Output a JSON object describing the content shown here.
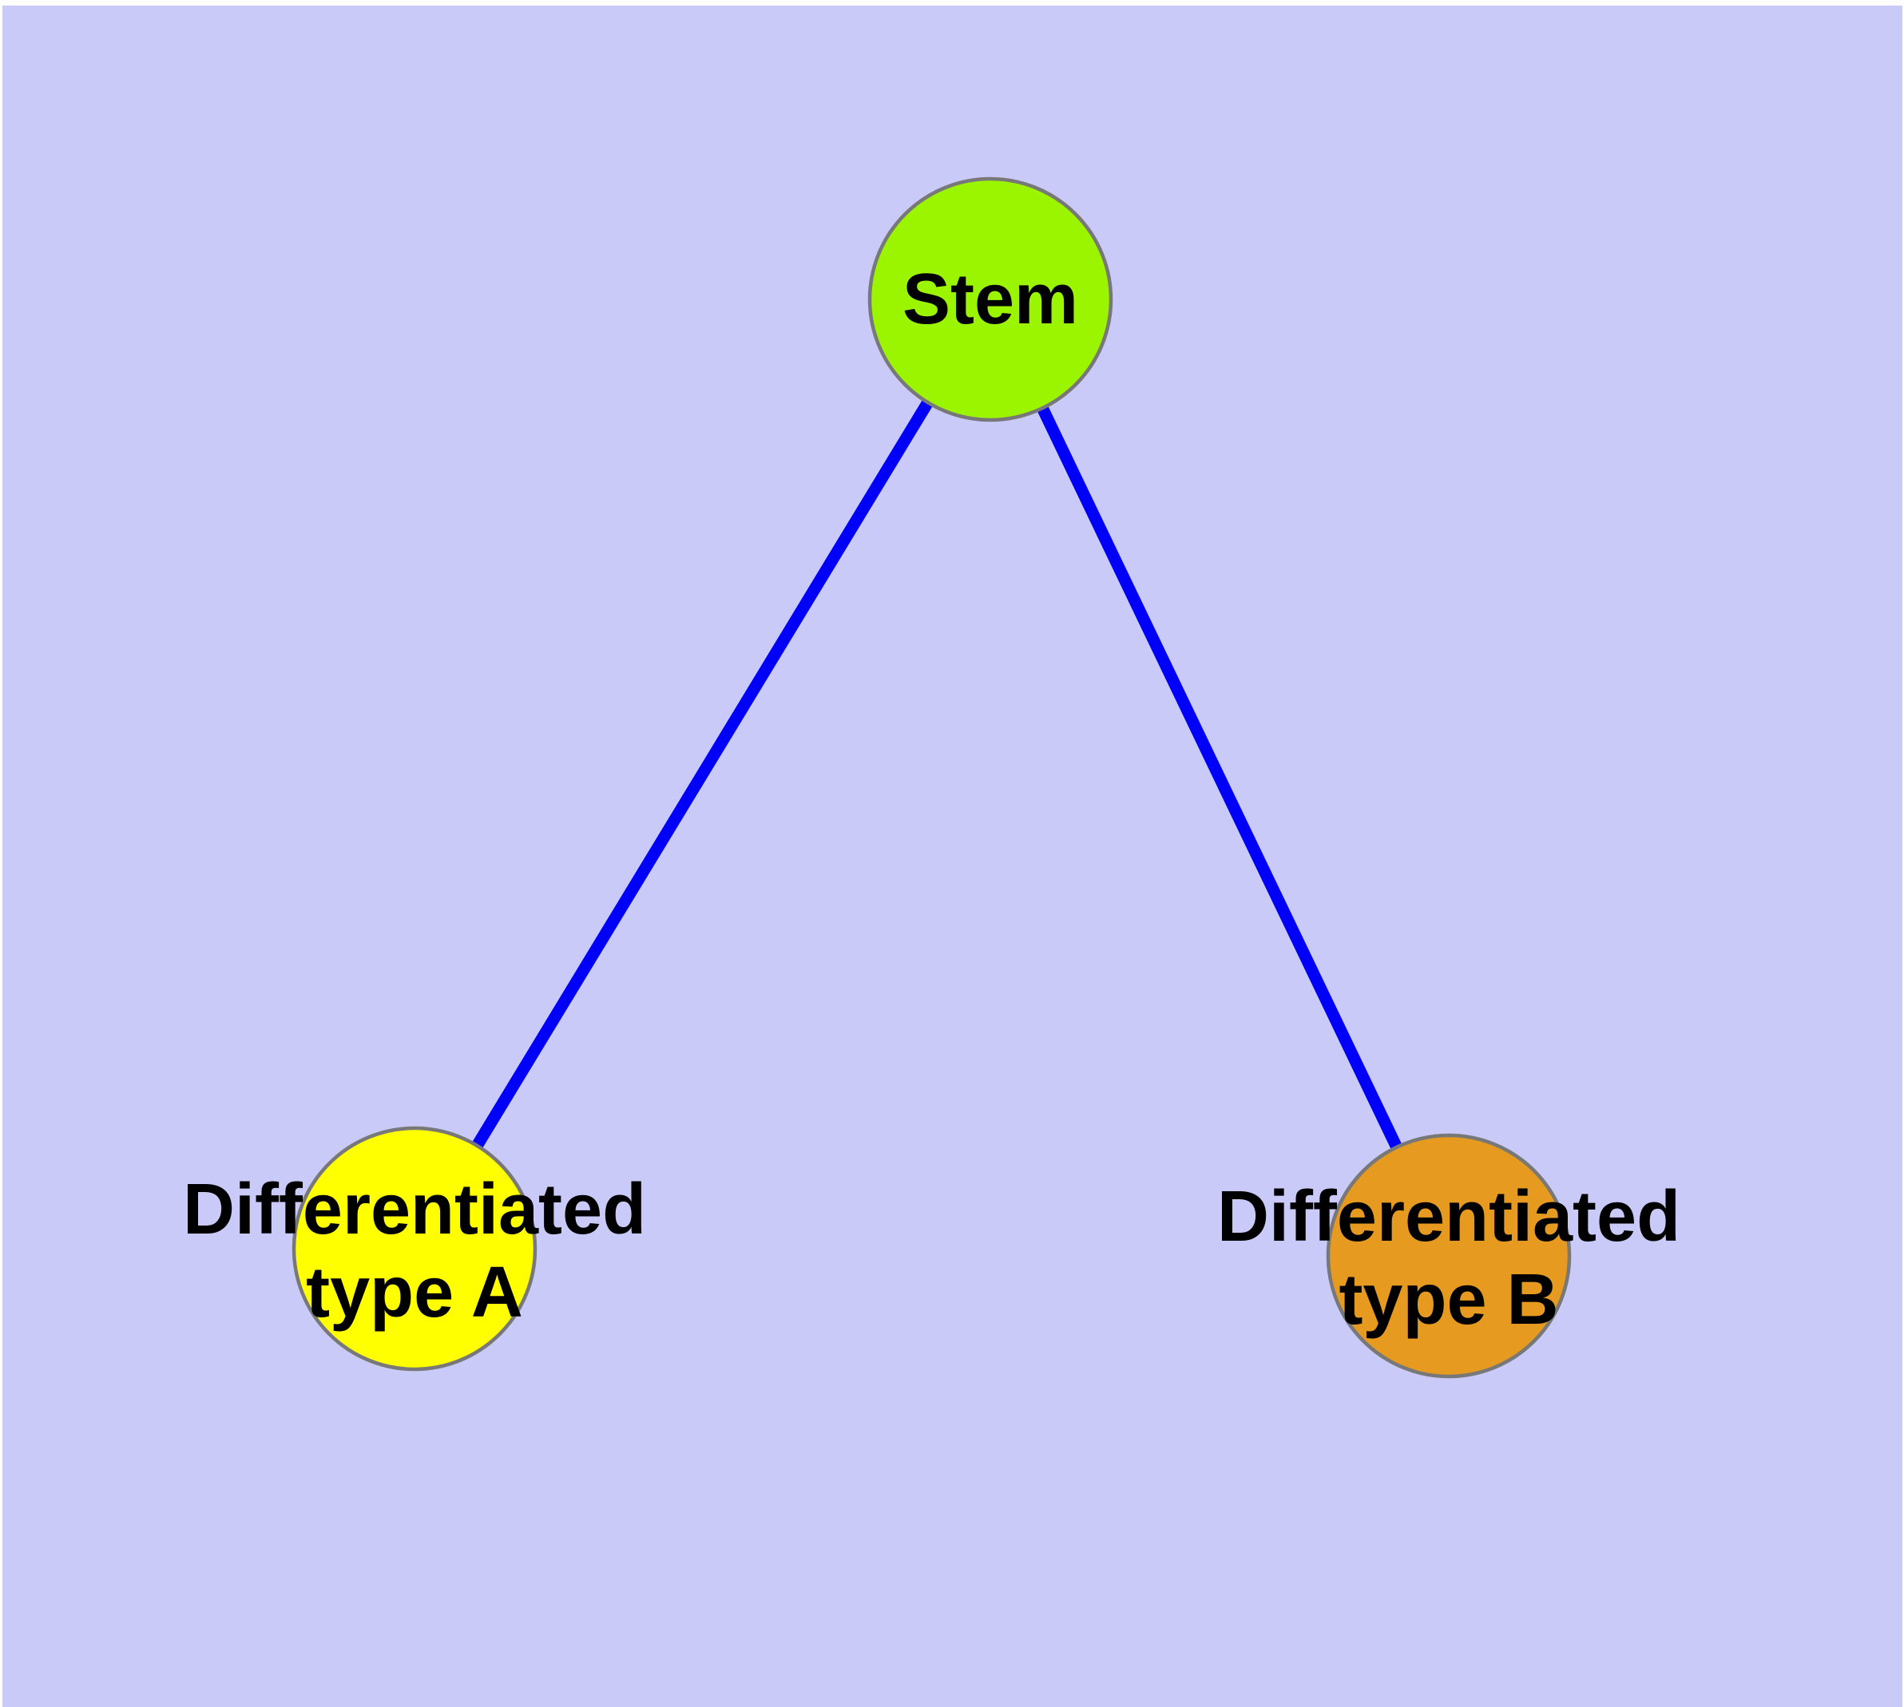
{
  "colors": {
    "page_bg": "#FFFFFF",
    "plot_bg": "#CACAF8",
    "edge": "#0000FA",
    "node_border": "#787878",
    "label_text": "#000000"
  },
  "nodes": {
    "stem": {
      "label": "Stem",
      "fill": "#9BF500"
    },
    "type_a": {
      "label_lines": [
        "Differentiated",
        "type A"
      ],
      "fill": "#FFFF00"
    },
    "type_b": {
      "label_lines": [
        "Differentiated",
        "type B"
      ],
      "fill": "#E69A1F"
    }
  },
  "edges": [
    {
      "from": "Stem",
      "to": "Differentiated type A"
    },
    {
      "from": "Stem",
      "to": "Differentiated type B"
    }
  ]
}
